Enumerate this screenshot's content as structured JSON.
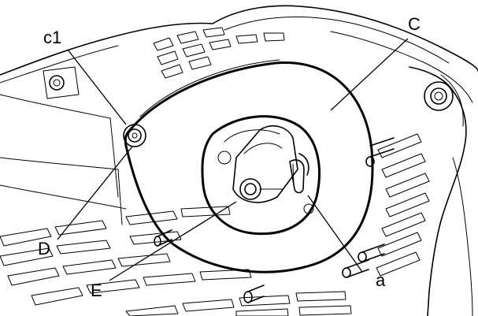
{
  "callouts": {
    "c1": "c1",
    "C": "C",
    "D": "D",
    "E": "E",
    "a": "a"
  }
}
